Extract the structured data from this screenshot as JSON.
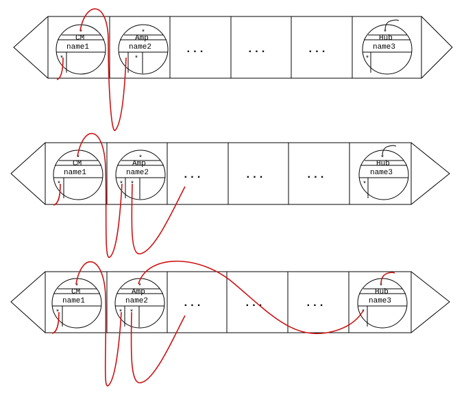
{
  "diagram": {
    "rows": [
      {
        "nodes": [
          {
            "type": "CM",
            "name": "name1"
          },
          {
            "type": "Amp",
            "name": "name2"
          },
          {
            "type": "Hub",
            "name": "name3"
          }
        ],
        "ellipsis": [
          "...",
          "...",
          "..."
        ]
      },
      {
        "nodes": [
          {
            "type": "CM",
            "name": "name1"
          },
          {
            "type": "Amp",
            "name": "name2"
          },
          {
            "type": "Hub",
            "name": "name3"
          }
        ],
        "ellipsis": [
          "...",
          "...",
          "..."
        ]
      },
      {
        "nodes": [
          {
            "type": "CM",
            "name": "name1"
          },
          {
            "type": "Amp",
            "name": "name2"
          },
          {
            "type": "Hub",
            "name": "name3"
          }
        ],
        "ellipsis": [
          "...",
          "...",
          "..."
        ]
      }
    ],
    "pointer_marker": "*",
    "colors": {
      "link": "#cc1111",
      "outline": "#000000"
    }
  }
}
